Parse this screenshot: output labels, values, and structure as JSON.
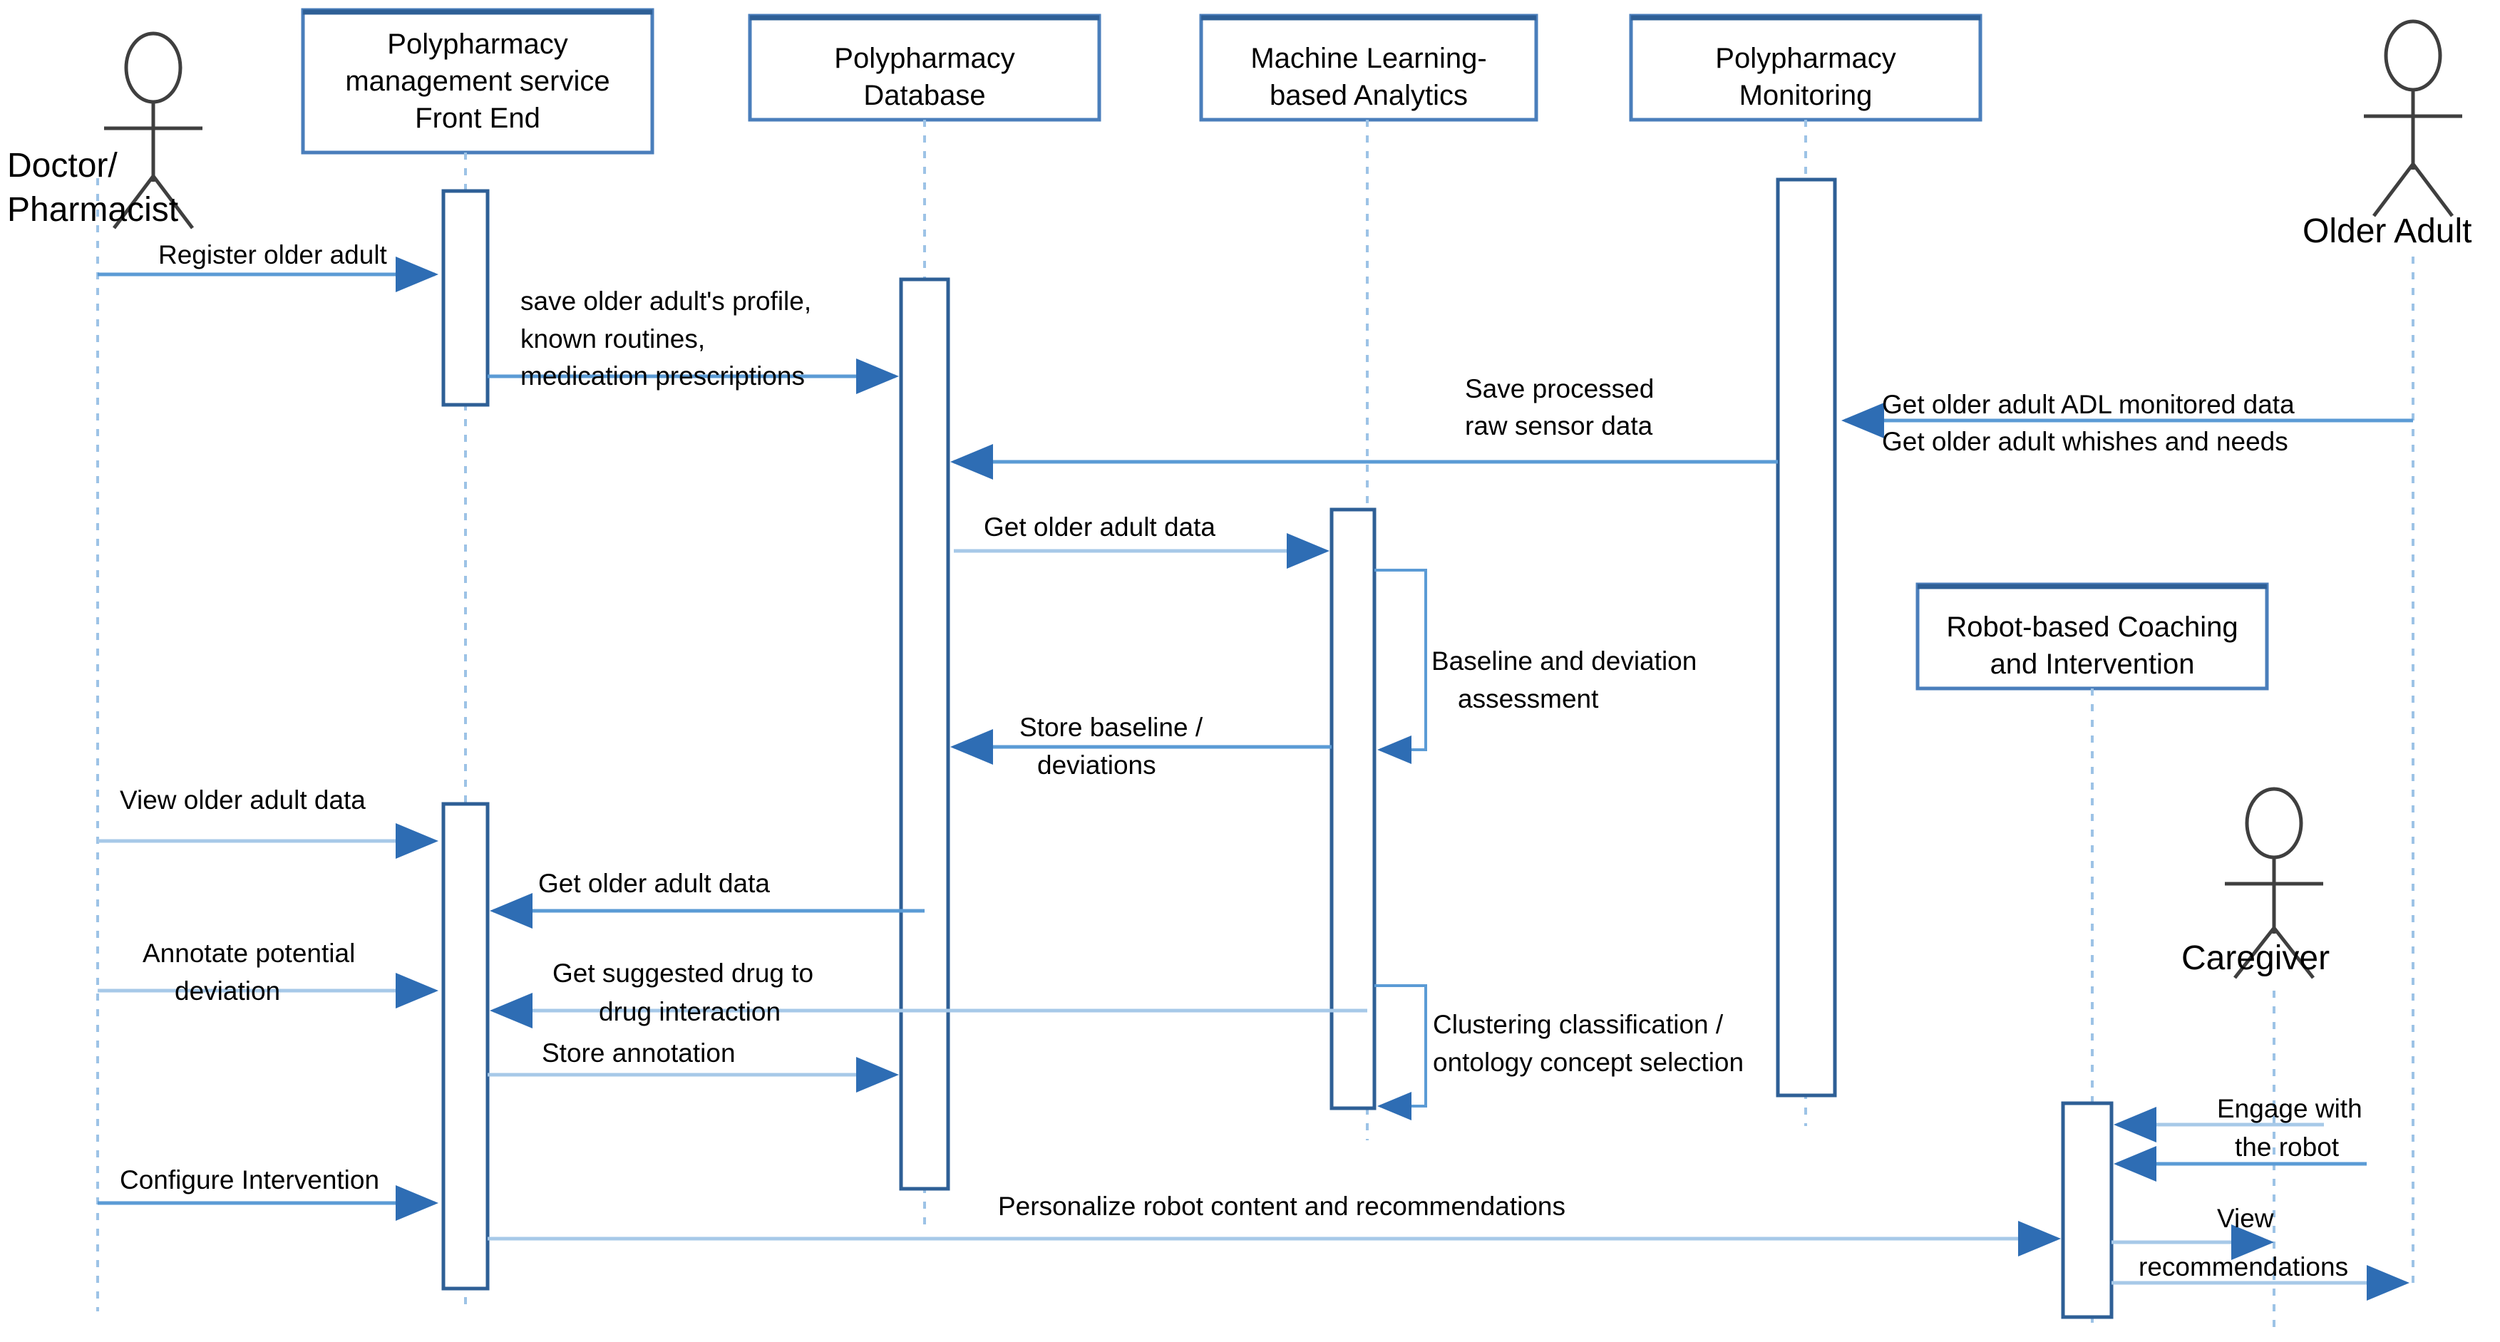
{
  "diagram": {
    "type": "uml-sequence-diagram",
    "colors": {
      "lifeline_border": "#4a7ebb",
      "lifeline_border_dark": "#2e5f96",
      "lifeline_dash": "#9dc3e6",
      "message_arrow": "#5b9bd5",
      "message_arrow_pale": "#a7c9e8",
      "actor_stroke": "#3f3f3f",
      "text": "#000000",
      "background": "#ffffff"
    }
  },
  "actors": [
    {
      "id": "doctor",
      "label_line1": "Doctor/",
      "label_line2": "Pharmacist"
    },
    {
      "id": "older_adult",
      "label_line1": "Older Adult",
      "label_line2": ""
    },
    {
      "id": "caregiver",
      "label_line1": "Caregiver",
      "label_line2": ""
    }
  ],
  "participants": [
    {
      "id": "frontend",
      "line1": "Polypharmacy",
      "line2": "management service",
      "line3": "Front End"
    },
    {
      "id": "database",
      "line1": "Polypharmacy",
      "line2": "Database",
      "line3": ""
    },
    {
      "id": "ml",
      "line1": "Machine Learning-",
      "line2": "based Analytics",
      "line3": ""
    },
    {
      "id": "monitoring",
      "line1": "Polypharmacy",
      "line2": "Monitoring",
      "line3": ""
    },
    {
      "id": "robot",
      "line1": "Robot-based Coaching",
      "line2": "and Intervention",
      "line3": ""
    }
  ],
  "messages": [
    {
      "id": "m1",
      "from": "doctor",
      "to": "frontend",
      "label_line1": "Register older adult",
      "label_line2": "",
      "label_line3": ""
    },
    {
      "id": "m2",
      "from": "frontend",
      "to": "database",
      "label_line1": "save older adult's profile,",
      "label_line2": "known routines,",
      "label_line3": "medication prescriptions"
    },
    {
      "id": "m3",
      "from": "monitoring",
      "to": "database",
      "label_line1": "Save processed",
      "label_line2": "raw sensor data",
      "label_line3": ""
    },
    {
      "id": "m4",
      "from": "older_adult",
      "to": "monitoring",
      "label_line1": "Get older adult ADL monitored data",
      "label_line2": "Get older adult whishes and needs",
      "label_line3": ""
    },
    {
      "id": "m5",
      "from": "database",
      "to": "ml",
      "label_line1": "Get older adult data",
      "label_line2": "",
      "label_line3": ""
    },
    {
      "id": "m6",
      "from": "ml",
      "to": "ml",
      "label_line1": "Baseline and deviation",
      "label_line2": "assessment",
      "label_line3": ""
    },
    {
      "id": "m7",
      "from": "ml",
      "to": "database",
      "label_line1": "Store baseline /",
      "label_line2": "deviations",
      "label_line3": ""
    },
    {
      "id": "m8",
      "from": "doctor",
      "to": "frontend",
      "label_line1": "View older adult data",
      "label_line2": "",
      "label_line3": ""
    },
    {
      "id": "m9",
      "from": "database",
      "to": "frontend",
      "label_line1": "Get older adult data",
      "label_line2": "",
      "label_line3": ""
    },
    {
      "id": "m10",
      "from": "doctor",
      "to": "frontend",
      "label_line1": "Annotate potential",
      "label_line2": "deviation",
      "label_line3": ""
    },
    {
      "id": "m11",
      "from": "ml",
      "to": "frontend",
      "label_line1": "Get suggested drug to",
      "label_line2": "drug interaction",
      "label_line3": ""
    },
    {
      "id": "m12",
      "from": "frontend",
      "to": "database",
      "label_line1": "Store annotation",
      "label_line2": "",
      "label_line3": ""
    },
    {
      "id": "m13",
      "from": "ml",
      "to": "ml",
      "label_line1": "Clustering classification /",
      "label_line2": "ontology concept selection",
      "label_line3": ""
    },
    {
      "id": "m14",
      "from": "caregiver",
      "to": "robot",
      "label_line1": "Engage with",
      "label_line2": "the robot",
      "label_line3": ""
    },
    {
      "id": "m15",
      "from": "doctor",
      "to": "frontend",
      "label_line1": "Configure Intervention",
      "label_line2": "",
      "label_line3": ""
    },
    {
      "id": "m16",
      "from": "frontend",
      "to": "robot",
      "label_line1": "Personalize robot content and recommendations",
      "label_line2": "",
      "label_line3": ""
    },
    {
      "id": "m17",
      "from": "robot",
      "to": "caregiver",
      "label_line1": "View",
      "label_line2": "recommendations",
      "label_line3": ""
    }
  ]
}
